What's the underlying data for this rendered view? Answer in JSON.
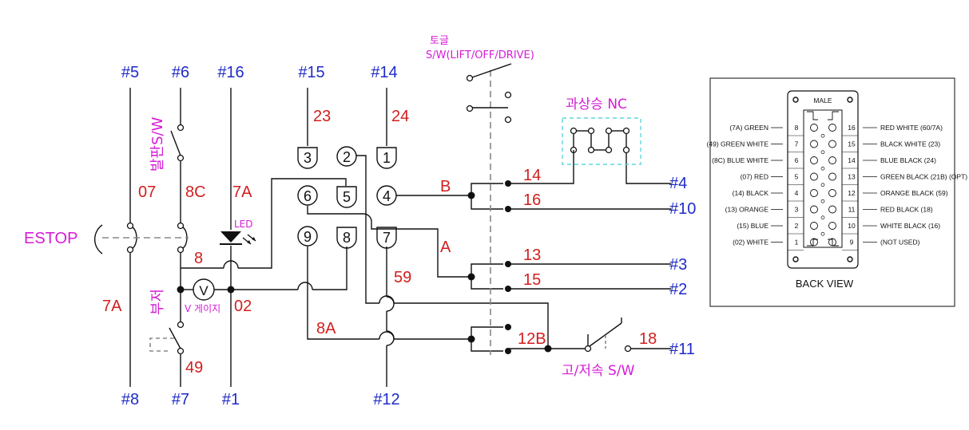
{
  "top_labels": [
    "#5",
    "#6",
    "#16",
    "#15",
    "#14"
  ],
  "bottom_labels": [
    "#8",
    "#7",
    "#1",
    "#12"
  ],
  "right_labels": [
    "#4",
    "#10",
    "#3",
    "#2",
    "#11"
  ],
  "wire_numbers": {
    "w07": "07",
    "w8c": "8C",
    "w7a_top": "7A",
    "w23": "23",
    "w24": "24",
    "w8": "8",
    "w7a_left": "7A",
    "w02": "02",
    "w49": "49",
    "w59": "59",
    "w8a": "8A",
    "wB": "B",
    "wA": "A",
    "w14": "14",
    "w16": "16",
    "w13": "13",
    "w15": "15",
    "w12b": "12B",
    "w18": "18"
  },
  "terminals": [
    "3",
    "2",
    "1",
    "6",
    "5",
    "4",
    "9",
    "8",
    "7"
  ],
  "component_labels": {
    "pedal_sw": "발판S/W",
    "estop": "ESTOP",
    "led": "LED",
    "buzzer": "부저",
    "v_gauge": "V 게이지",
    "voltmeter": "V",
    "toggle_title": "토글",
    "toggle_sub": "S/W(LIFT/OFF/DRIVE)",
    "overload": "과상승 NC",
    "speed_sw": "고/저속 S/W"
  },
  "connector": {
    "header": "MALE",
    "footer": "BACK VIEW",
    "left_pins": [
      {
        "pin": "8",
        "label": "(7A) GREEN"
      },
      {
        "pin": "7",
        "label": "(49) GREEN WHITE"
      },
      {
        "pin": "6",
        "label": "(8C) BLUE WHITE"
      },
      {
        "pin": "5",
        "label": "(07) RED"
      },
      {
        "pin": "4",
        "label": "(14) BLACK"
      },
      {
        "pin": "3",
        "label": "(13) ORANGE"
      },
      {
        "pin": "2",
        "label": "(15) BLUE"
      },
      {
        "pin": "1",
        "label": "(02) WHITE"
      }
    ],
    "right_pins": [
      {
        "pin": "16",
        "label": "RED WHITE (60/7A)"
      },
      {
        "pin": "15",
        "label": "BLACK WHITE (23)"
      },
      {
        "pin": "14",
        "label": "BLUE BLACK (24)"
      },
      {
        "pin": "13",
        "label": "GREEN BLACK (21B) (OPT)"
      },
      {
        "pin": "12",
        "label": "ORANGE BLACK (59)"
      },
      {
        "pin": "11",
        "label": "RED BLACK (18)"
      },
      {
        "pin": "10",
        "label": "WHITE BLACK (16)"
      },
      {
        "pin": "9",
        "label": "(NOT USED)"
      }
    ]
  }
}
